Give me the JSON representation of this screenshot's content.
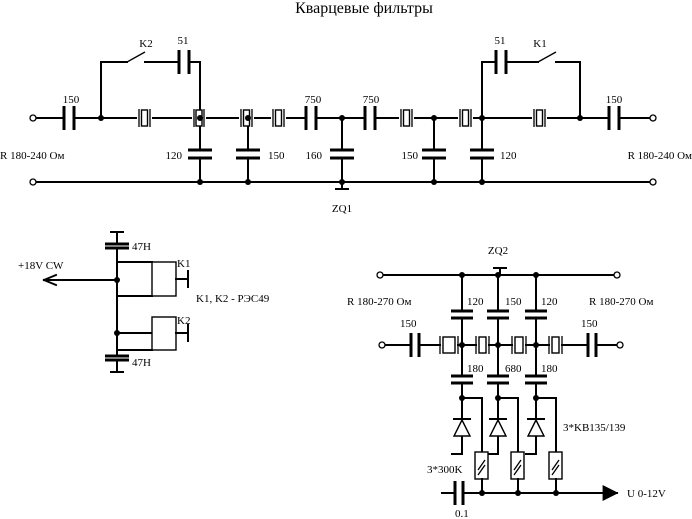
{
  "title": "Кварцевые фильтры",
  "zq1": {
    "name": "ZQ1",
    "k2": "K2",
    "k1": "K1",
    "c51_left": "51",
    "c51_right": "51",
    "c150_in": "150",
    "c150_out": "150",
    "c750_a": "750",
    "c750_b": "750",
    "c120_left": "120",
    "c150_a": "150",
    "c160": "160",
    "c150_b": "150",
    "c120_right": "120",
    "r_left": "R 180-240 Ом",
    "r_right": "R 180-240 Ом"
  },
  "relay": {
    "supply": "+18V CW",
    "cap_top": "47Н",
    "cap_bottom": "47Н",
    "k1": "K1",
    "k2": "K2",
    "note": "K1, K2 - РЭС49"
  },
  "zq2": {
    "name": "ZQ2",
    "r_left": "R 180-270 Ом",
    "r_right": "R 180-270 Ом",
    "c_top": [
      "120",
      "150",
      "120"
    ],
    "c_in": "150",
    "c_out": "150",
    "c_mid": [
      "180",
      "680",
      "180"
    ],
    "varicaps": "3*KB135/139",
    "resistors": "3*300K",
    "c_bottom": "0.1",
    "control": "U 0-12V"
  }
}
